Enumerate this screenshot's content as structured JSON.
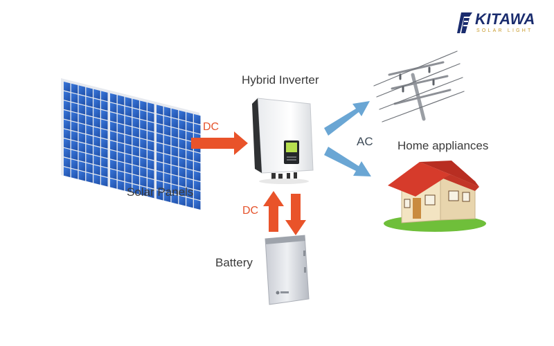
{
  "brand": {
    "name": "KITAWA",
    "tagline": "SOLAR LIGHT",
    "colors": {
      "navy": "#1a2c6e",
      "gold": "#c89a2a"
    }
  },
  "nodes": {
    "solar_panels": "Solar Panels",
    "hybrid_inverter": "Hybrid Inverter",
    "battery": "Battery",
    "home_appliances": "Home appliances"
  },
  "flows": {
    "panels_to_inverter": "DC",
    "inverter_battery": "DC",
    "inverter_to_outputs": "AC"
  },
  "colors": {
    "dc_arrow": "#e9532a",
    "ac_arrow": "#6aa6d4",
    "panel_cell": "#2f63c9",
    "roof": "#d63b2b",
    "house_wall": "#f3e4c2",
    "grass": "#6fbf3a"
  },
  "icons": [
    "solar-panel-icon",
    "inverter-icon",
    "battery-icon",
    "power-pole-icon",
    "house-icon"
  ]
}
